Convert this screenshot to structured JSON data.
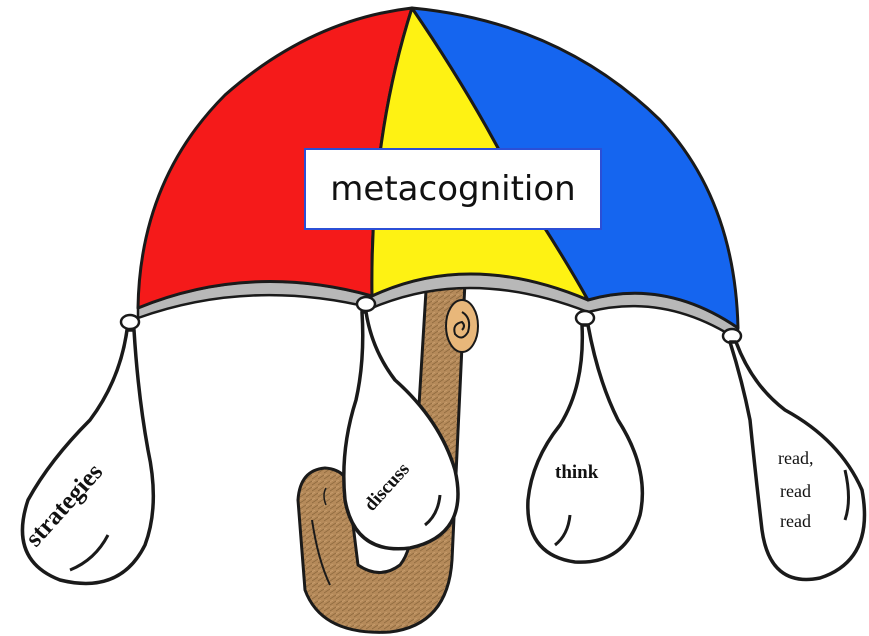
{
  "title": "metacognition",
  "drops": {
    "strategies": "strategies",
    "discuss": "discuss",
    "think": "think",
    "read_lines": [
      "read,",
      "read",
      "read"
    ]
  },
  "colors": {
    "red": "#f51a1a",
    "yellow": "#fef213",
    "blue": "#1565ef",
    "underside": "#b8b8b8",
    "handle": "#b58a5a",
    "handle_dark": "#8a6238",
    "swirl": "#e8b77a",
    "title_border": "#2b4fd6"
  }
}
